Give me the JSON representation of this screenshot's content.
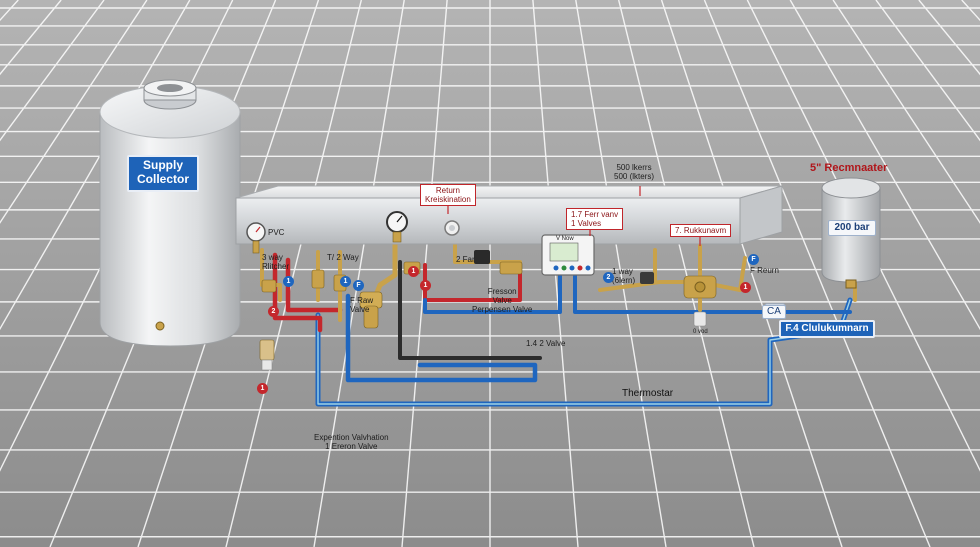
{
  "tank_left": {
    "label": "Supply\nCollector"
  },
  "tank_right": {
    "label": "200 bar",
    "header_label": "5\" Recmnaater"
  },
  "header": {
    "pvc_label": "PVC",
    "return_label": "Return\nKreiskination",
    "capacity_label": "500 lkerrs\n500 (lkters)",
    "valve_label": "1.7 Ferr vanv\n1 Valves",
    "rukkunvm_label": "7. Rukkunavm"
  },
  "controller": {
    "label": "V Now"
  },
  "labels": {
    "three_way_left": "3 way\nRlitcher",
    "two_way": "T/ 2 Way",
    "f_raw": "F Raw\nValve",
    "bar2": "2 Far",
    "freson_valve": "Fresson\nValve\nPerpensen Valve",
    "one_way": "1 way\n(6lern)",
    "f_reurn": "F Reurn",
    "valve_142": "1.4 2 Valve",
    "o_vod": "0 vod",
    "thermostat": "Thermostar",
    "expansion": "Expention Valvhation\n1 Ereron Valve",
    "ca": "CA",
    "f4": "F.4 Clulukumnarn"
  },
  "badges": {
    "b1": "1",
    "b2": "2",
    "b3": "1",
    "b4": "1",
    "b5": "F",
    "b6": "1",
    "b7": "F",
    "b8": "1",
    "b9": "2",
    "b10": "1"
  },
  "colors": {
    "floor": "#9a9a9a",
    "grid": "#ffffff",
    "supply_pipe": "#c4272c",
    "return_pipe": "#1f66bf",
    "dark_pipe": "#2c2c2c",
    "brass": "#c9a24a",
    "steel": "#d6d8da"
  }
}
